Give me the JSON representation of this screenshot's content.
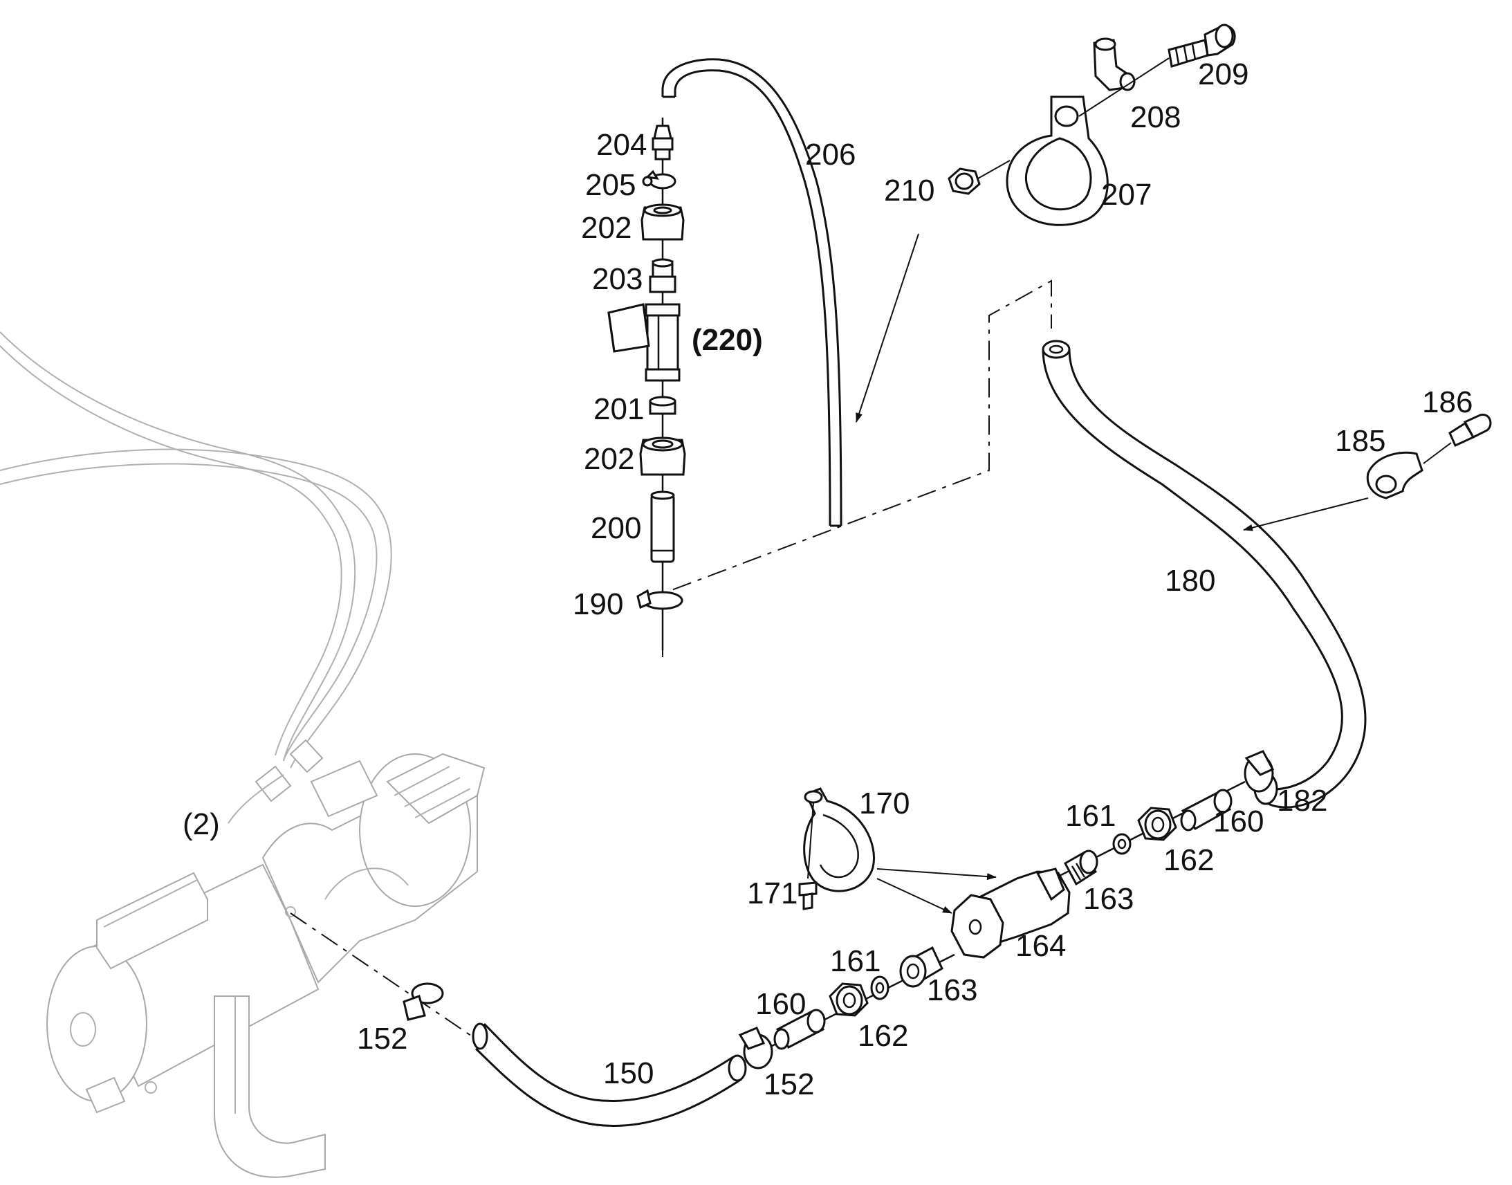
{
  "labels": {
    "l209": "209",
    "l208": "208",
    "l204": "204",
    "l206": "206",
    "l205": "205",
    "l210": "210",
    "l207": "207",
    "l202a": "202",
    "l203": "203",
    "l220": "(220)",
    "l201": "201",
    "l202b": "202",
    "l200": "200",
    "l190": "190",
    "l186": "186",
    "l185": "185",
    "l180": "180",
    "l170": "170",
    "l161a": "161",
    "l182": "182",
    "l160a": "160",
    "l162a": "162",
    "l2": "(2)",
    "l171": "171",
    "l163a": "163",
    "l164": "164",
    "l161b": "161",
    "l163b": "163",
    "l160b": "160",
    "l152a": "152",
    "l162b": "162",
    "l150": "150",
    "l152b": "152"
  }
}
